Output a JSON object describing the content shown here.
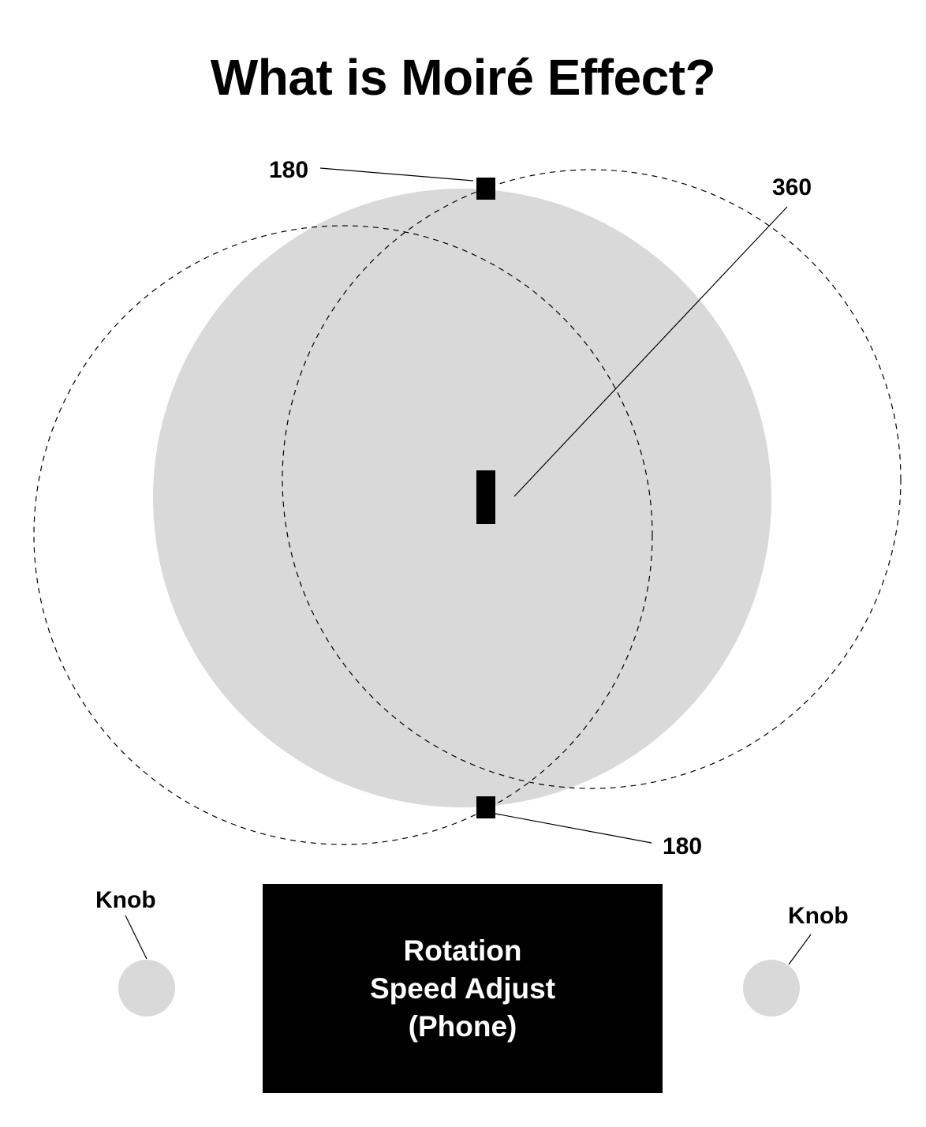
{
  "title": "What is Moiré Effect?",
  "labels": {
    "top_angle": "180",
    "center_angle": "360",
    "bottom_angle": "180",
    "knob_left": "Knob",
    "knob_right": "Knob"
  },
  "phone_box": {
    "lines": [
      "Rotation",
      "Speed Adjust",
      "(Phone)"
    ]
  },
  "colors": {
    "disc_fill": "#d9d9d9",
    "knob_fill": "#d9d9d9",
    "marker": "#000000",
    "dashed_circle": "#000000",
    "box_bg": "#000000",
    "box_text": "#ffffff"
  }
}
